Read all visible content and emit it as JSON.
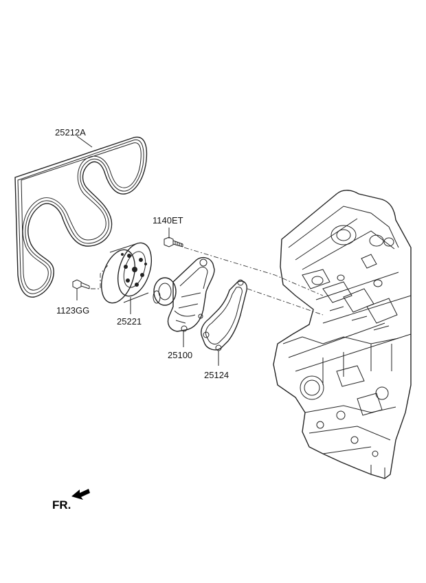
{
  "parts": {
    "belt": "25212A",
    "bolt_top": "1140ET",
    "bolt_left": "1123GG",
    "pulley": "25221",
    "water_pump": "25100",
    "gasket": "25124"
  },
  "direction": {
    "label": "FR.",
    "icon": "arrow-icon"
  }
}
